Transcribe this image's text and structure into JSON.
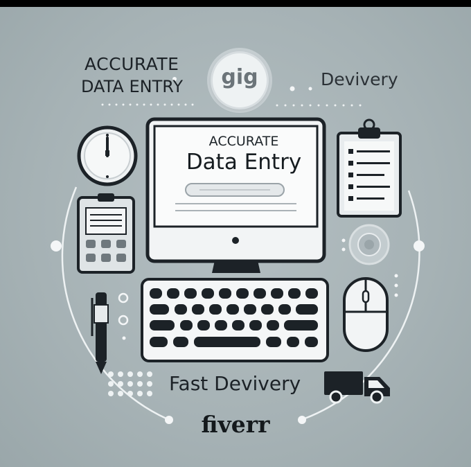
{
  "header": {
    "left_line1": "ACCURATE",
    "left_line2": "DATA ENTRY",
    "badge": "gig",
    "right": "Devivery"
  },
  "monitor": {
    "line1": "ACCURATE",
    "line2": "Data Entry"
  },
  "footer": {
    "delivery": "Fast Devivery",
    "brand": "fiverr"
  },
  "icons": [
    "clock-icon",
    "clipboard-icon",
    "calculator-icon",
    "pen-icon",
    "monitor-icon",
    "keyboard-icon",
    "mouse-icon",
    "webcam-icon",
    "truck-icon",
    "gig-badge-icon"
  ],
  "colors": {
    "background": "#a9b4b7",
    "ink": "#1c2227",
    "device_white": "#f2f4f5"
  }
}
